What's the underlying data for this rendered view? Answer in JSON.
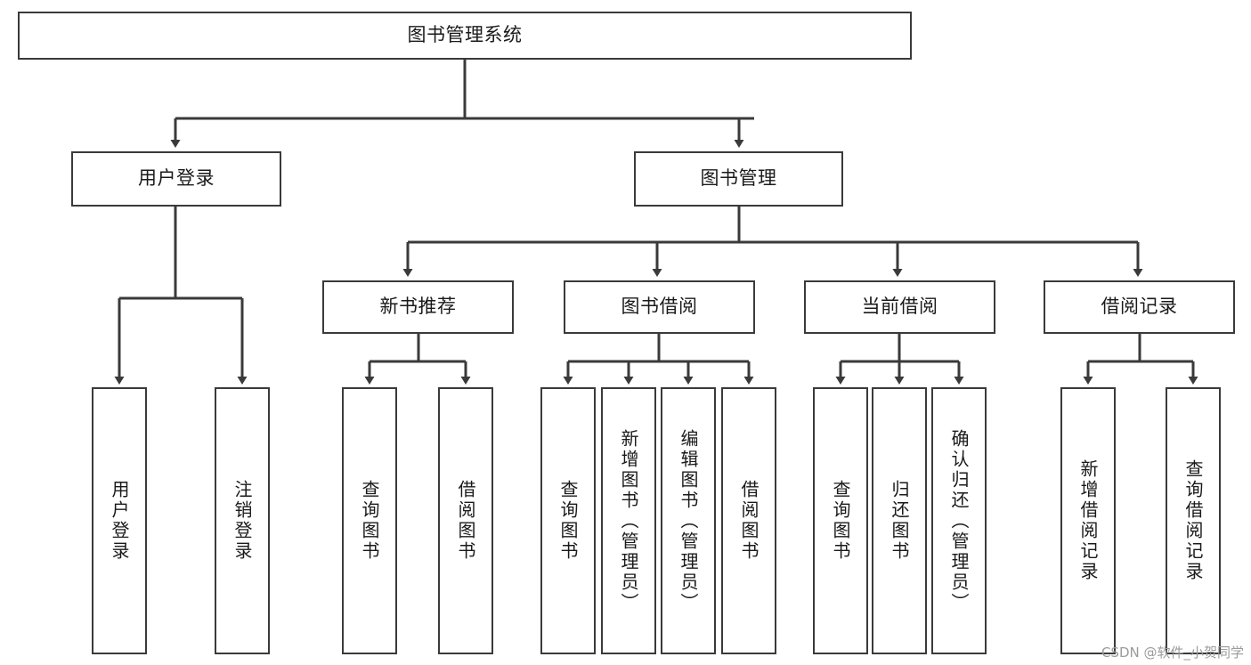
{
  "diagram": {
    "title": "图书管理系统",
    "type": "hierarchy-tree",
    "root": {
      "label": "图书管理系统"
    },
    "level2": [
      {
        "label": "用户登录"
      },
      {
        "label": "图书管理"
      }
    ],
    "level3": [
      {
        "label": "新书推荐"
      },
      {
        "label": "图书借阅"
      },
      {
        "label": "当前借阅"
      },
      {
        "label": "借阅记录"
      }
    ],
    "leaves": {
      "user_login": [
        {
          "label": "用户登录"
        },
        {
          "label": "注销登录"
        }
      ],
      "new_book_recommend": [
        {
          "label": "查询图书"
        },
        {
          "label": "借阅图书"
        }
      ],
      "book_borrow": [
        {
          "label": "查询图书"
        },
        {
          "label": "新增图书（管理员）"
        },
        {
          "label": "编辑图书（管理员）"
        },
        {
          "label": "借阅图书"
        }
      ],
      "current_borrow": [
        {
          "label": "查询图书"
        },
        {
          "label": "归还图书"
        },
        {
          "label": "确认归还（管理员）"
        }
      ],
      "borrow_record": [
        {
          "label": "新增借阅记录"
        },
        {
          "label": "查询借阅记录"
        }
      ]
    }
  },
  "watermark": {
    "text": "CSDN @软件_小贺同学"
  },
  "colors": {
    "border": "#3a3a3a",
    "text": "#1a1a1a",
    "background": "#ffffff",
    "watermark": "#9b9b9b"
  }
}
